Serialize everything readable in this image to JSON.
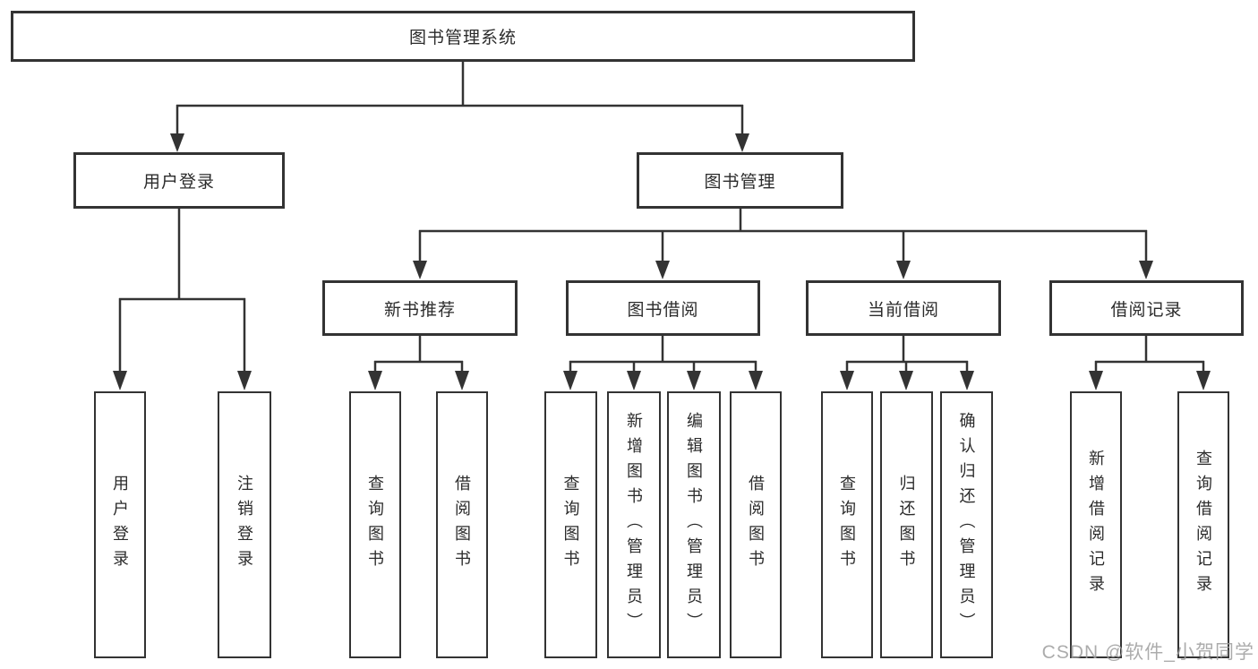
{
  "diagram": {
    "root": {
      "label": "图书管理系统"
    },
    "level2": {
      "user_login": {
        "label": "用户登录"
      },
      "book_management": {
        "label": "图书管理"
      }
    },
    "level3": {
      "new_book_recommend": {
        "label": "新书推荐"
      },
      "book_borrow": {
        "label": "图书借阅"
      },
      "current_borrow": {
        "label": "当前借阅"
      },
      "borrow_record": {
        "label": "借阅记录"
      }
    },
    "leaves": {
      "user_login": [
        "用户登录",
        "注销登录"
      ],
      "new_book_recommend": [
        "查询图书",
        "借阅图书"
      ],
      "book_borrow": [
        "查询图书",
        "新增图书（管理员）",
        "编辑图书（管理员）",
        "借阅图书"
      ],
      "current_borrow": [
        "查询图书",
        "归还图书",
        "确认归还（管理员）"
      ],
      "borrow_record": [
        "新增借阅记录",
        "查询借阅记录"
      ]
    },
    "colors": {
      "line": "#333333",
      "border": "#333333",
      "text": "#2b2b2b",
      "background": "#ffffff",
      "watermark": "#9e9e9e"
    }
  },
  "watermark": {
    "text": "CSDN @软件_小贺同学"
  }
}
